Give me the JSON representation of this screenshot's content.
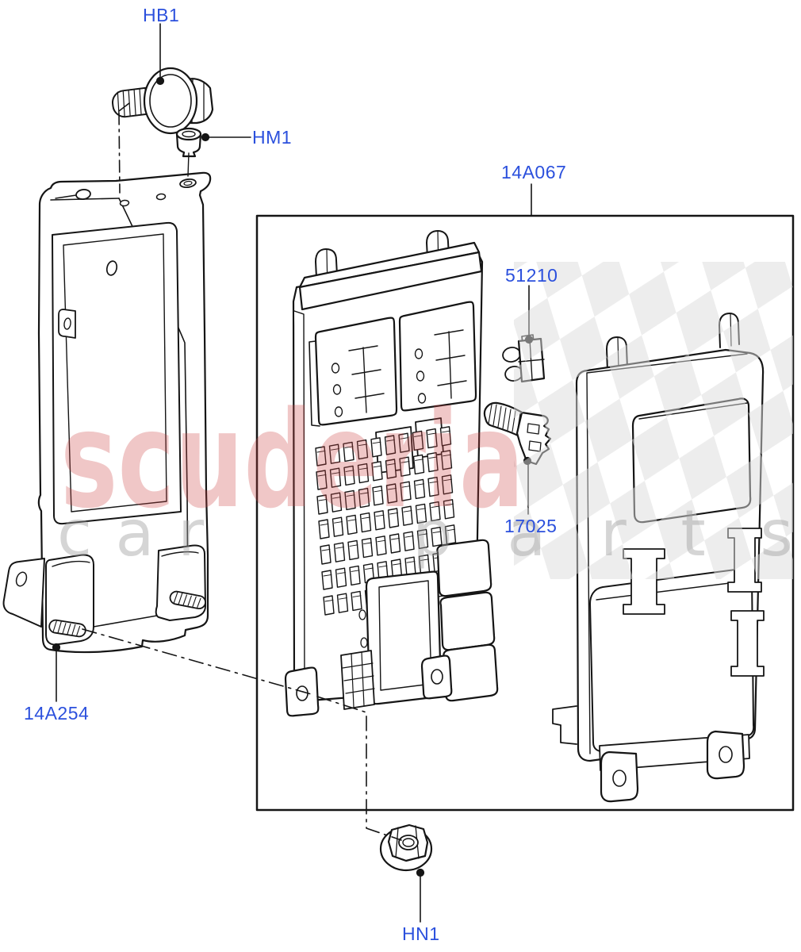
{
  "diagram": {
    "description": "exploded parts diagram - fuse box / body control module with mounting bracket",
    "colors": {
      "callout_blue": "#2b50dd",
      "line_art": "#151515",
      "watermark_red": "#cc4444",
      "watermark_gray": "#9a9a9a",
      "background": "#ffffff"
    },
    "callouts": [
      {
        "id": "hb1",
        "label": "HB1",
        "part": "hex-flange-bolt"
      },
      {
        "id": "hm1",
        "label": "HM1",
        "part": "rubber-grommet"
      },
      {
        "id": "14a067",
        "label": "14A067",
        "part": "fuse-box-assembly"
      },
      {
        "id": "51210",
        "label": "51210",
        "part": "blade-fuse"
      },
      {
        "id": "17025",
        "label": "17025",
        "part": "retaining-clip"
      },
      {
        "id": "14a254",
        "label": "14A254",
        "part": "mounting-bracket"
      },
      {
        "id": "hn1",
        "label": "HN1",
        "part": "flange-nut"
      }
    ],
    "watermark": {
      "brand": "scuderia",
      "tagline_words": [
        "car",
        "parts"
      ]
    }
  }
}
